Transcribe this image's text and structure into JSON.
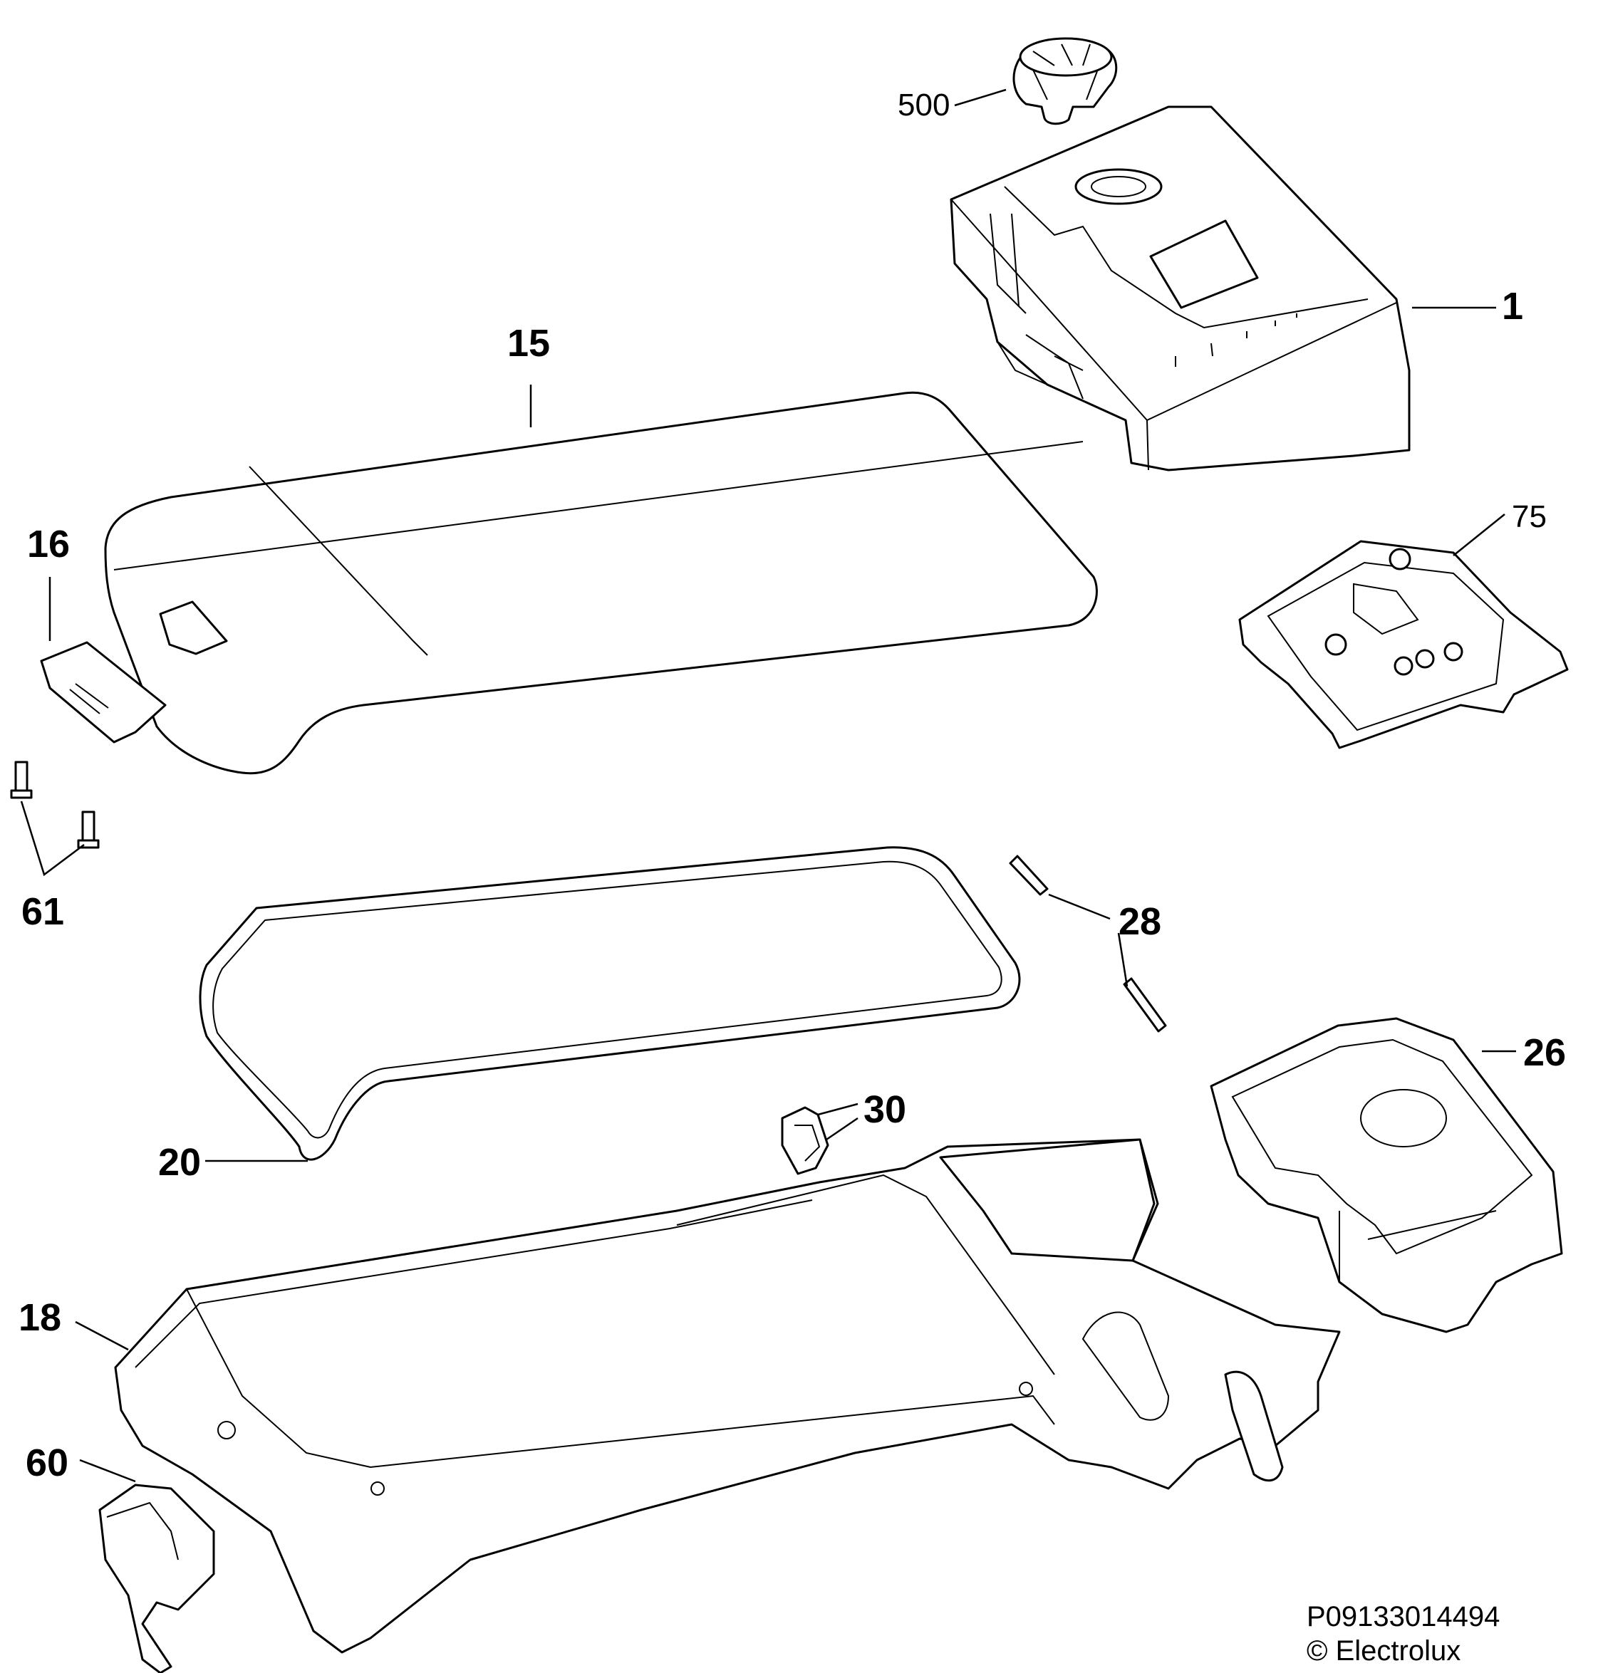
{
  "diagram": {
    "parts": [
      {
        "id": "500",
        "label": "500"
      },
      {
        "id": "1",
        "label": "1"
      },
      {
        "id": "15",
        "label": "15"
      },
      {
        "id": "75",
        "label": "75"
      },
      {
        "id": "16",
        "label": "16"
      },
      {
        "id": "61",
        "label": "61"
      },
      {
        "id": "28",
        "label": "28"
      },
      {
        "id": "26",
        "label": "26"
      },
      {
        "id": "30",
        "label": "30"
      },
      {
        "id": "20",
        "label": "20"
      },
      {
        "id": "18",
        "label": "18"
      },
      {
        "id": "60",
        "label": "60"
      }
    ],
    "drawing_number": "P09133014494",
    "copyright": "© Electrolux"
  }
}
